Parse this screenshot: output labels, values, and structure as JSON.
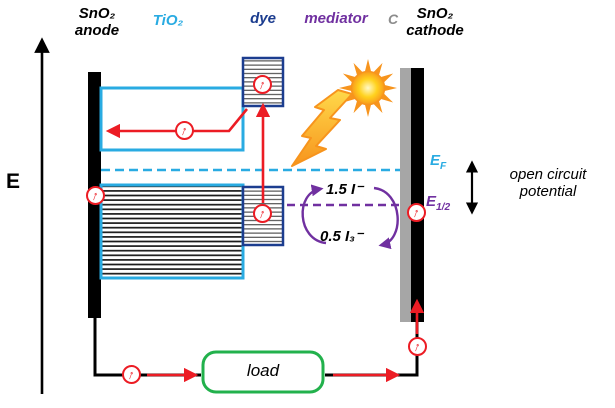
{
  "top_labels": {
    "anode_line1": "SnO₂",
    "anode_line2": "anode",
    "tio2": "TiO₂",
    "dye": "dye",
    "mediator": "mediator",
    "carbon": "C",
    "cathode_line1": "SnO₂",
    "cathode_line2": "cathode"
  },
  "axis": {
    "label": "E"
  },
  "levels": {
    "ef_base": "E",
    "ef_sub": "F",
    "ehalf_base": "E",
    "ehalf_sub": "1/2",
    "open_circuit_line1": "open circuit",
    "open_circuit_line2": "potential"
  },
  "mediator_species": {
    "oxidized": "1.5 I⁻",
    "reduced": "0.5 I₃⁻"
  },
  "circuit": {
    "load_label": "load"
  },
  "icons": {
    "electron_arrow": "↑"
  },
  "colors": {
    "cyan": "#29ABE2",
    "navy": "#1C3D8F",
    "purple": "#7030A0",
    "red": "#EC1C24",
    "green": "#22B14C",
    "orange": "#F7941D",
    "yellow": "#FFD21E",
    "gray": "#A6A6A6",
    "black": "#000000"
  }
}
